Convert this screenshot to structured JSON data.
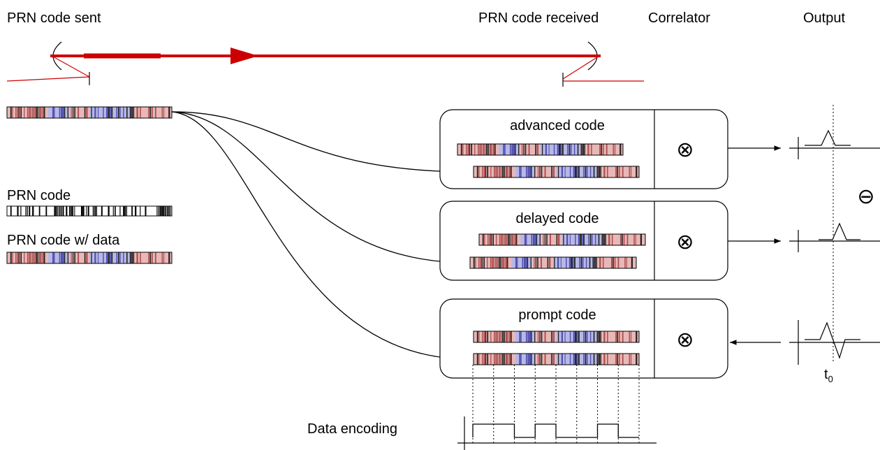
{
  "labels": {
    "prn_code_sent": "PRN code sent",
    "prn_code_received": "PRN code received",
    "correlator": "Correlator",
    "output": "Output",
    "prn_code": "PRN code",
    "prn_code_with_data": "PRN code w/ data",
    "data_encoding": "Data encoding",
    "t0_base": "t",
    "t0_sub": "0"
  },
  "correlators": [
    {
      "label": "advanced code"
    },
    {
      "label": "delayed code"
    },
    {
      "label": "prompt code"
    }
  ],
  "symbols": {
    "multiply": "⊗",
    "minus": "⊖"
  },
  "colors": {
    "signal_red": "#cc0000",
    "code_red": "#b05050",
    "code_blue": "#5050b0",
    "code_red_bg": "#e8b8b8",
    "code_blue_bg": "#b8b8e8",
    "line": "#000000"
  },
  "data_encoding_bits": [
    1,
    1,
    0,
    1,
    0,
    0,
    1,
    0
  ],
  "code_segments": [
    0,
    0,
    1,
    0,
    1,
    1,
    0,
    0
  ]
}
